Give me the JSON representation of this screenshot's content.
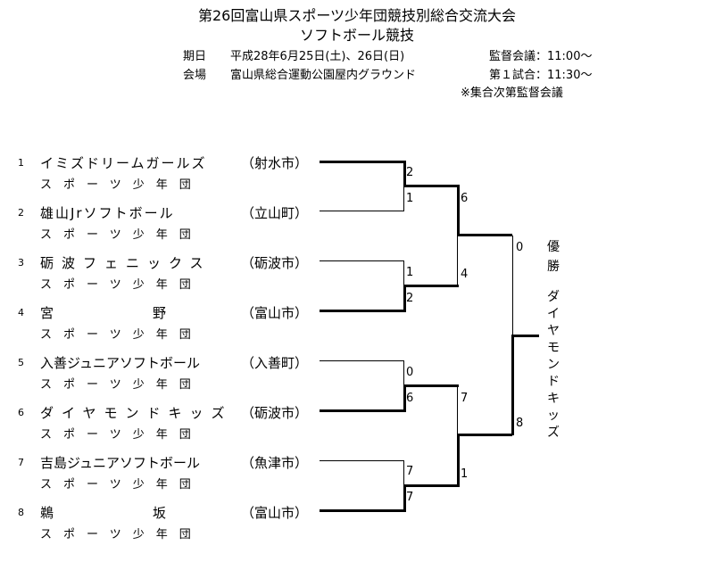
{
  "header": {
    "title": "第26回富山県スポーツ少年団競技別総合交流大会",
    "subtitle": "ソフトボール競技",
    "date_label": "期日",
    "date_value": "平成28年6月25日(土)、26日(日)",
    "venue_label": "会場",
    "venue_value": "富山県総合運動公園屋内グラウンド",
    "meeting": "監督会議：11:00〜",
    "first_game": "第１試合：11:30〜",
    "note": "※集合次第監督会議"
  },
  "teams": [
    {
      "no": "1",
      "name": "イミズドリームガールズ",
      "sub": "スポーツ少年団",
      "city": "（射水市）"
    },
    {
      "no": "2",
      "name": "雄山Jrソフトボール",
      "sub": "スポーツ少年団",
      "city": "（立山町）"
    },
    {
      "no": "3",
      "name": "砺波フェニックス",
      "sub": "スポーツ少年団",
      "city": "（砺波市）"
    },
    {
      "no": "4",
      "name": "宮　　　　　　　　野",
      "sub": "スポーツ少年団",
      "city": "（富山市）"
    },
    {
      "no": "5",
      "name": "入善ジュニアソフトボール",
      "sub": "スポーツ少年団",
      "city": "（入善町）"
    },
    {
      "no": "6",
      "name": "ダイヤモンドキッズ",
      "sub": "スポーツ少年団",
      "city": "（砺波市）"
    },
    {
      "no": "7",
      "name": "吉島ジュニアソフトボール",
      "sub": "スポーツ少年団",
      "city": "（魚津市）"
    },
    {
      "no": "8",
      "name": "鵜　　　　　　　　坂",
      "sub": "スポーツ少年団",
      "city": "（富山市）"
    }
  ],
  "scores": {
    "r1_m1_top": "2",
    "r1_m1_bot": "1",
    "r1_m2_top": "1",
    "r1_m2_bot": "2",
    "r1_m3_top": "0",
    "r1_m3_bot": "6",
    "r1_m4_top": "7",
    "r1_m4_bot": "7",
    "sf1_top": "6",
    "sf1_bot": "4",
    "sf2_top": "7",
    "sf2_bot": "1",
    "final_top": "0",
    "final_bot": "8"
  },
  "champion": {
    "label_chars": [
      "優",
      "勝"
    ],
    "team_chars": [
      "ダ",
      "イ",
      "ヤ",
      "モ",
      "ン",
      "ド",
      "キ",
      "ッ",
      "ズ"
    ]
  }
}
